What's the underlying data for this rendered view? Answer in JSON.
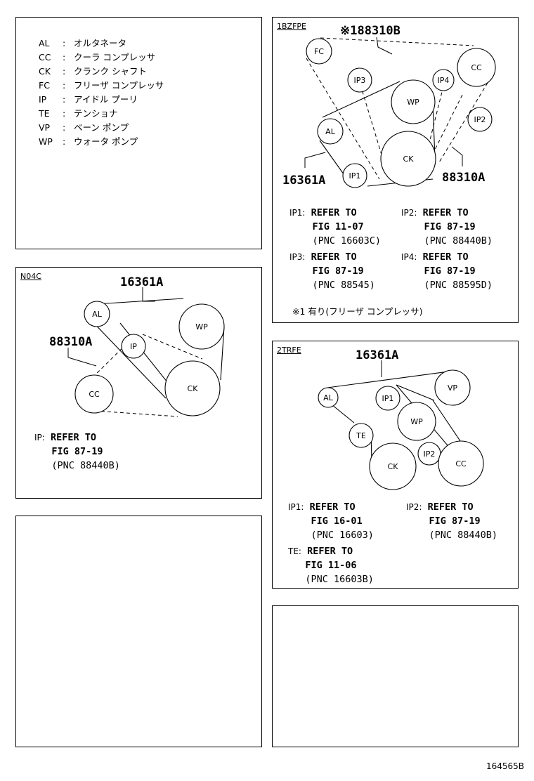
{
  "legend": [
    {
      "code": "AL",
      "desc": "オルタネータ"
    },
    {
      "code": "CC",
      "desc": "クーラ コンプレッサ"
    },
    {
      "code": "CK",
      "desc": "クランク シャフト"
    },
    {
      "code": "FC",
      "desc": "フリーザ コンプレッサ"
    },
    {
      "code": "IP",
      "desc": "アイドル プーリ"
    },
    {
      "code": "TE",
      "desc": "テンショナ"
    },
    {
      "code": "VP",
      "desc": "ベーン ポンプ"
    },
    {
      "code": "WP",
      "desc": "ウォータ ポンプ"
    }
  ],
  "panel_1bz": {
    "tag": "1BZFPE",
    "part_top": "※188310B",
    "part_left": "16361A",
    "part_right": "88310A",
    "pulleys": [
      "FC",
      "IP3",
      "IP4",
      "CC",
      "WP",
      "IP2",
      "AL",
      "CK",
      "IP1"
    ],
    "refs": [
      {
        "label": "IP1:",
        "l1": "REFER TO",
        "l2": "FIG 11-07",
        "l3": "(PNC 16603C)"
      },
      {
        "label": "IP2:",
        "l1": "REFER TO",
        "l2": "FIG 87-19",
        "l3": "(PNC 88440B)"
      },
      {
        "label": "IP3:",
        "l1": "REFER TO",
        "l2": "FIG 87-19",
        "l3": "(PNC 88545)"
      },
      {
        "label": "IP4:",
        "l1": "REFER TO",
        "l2": "FIG 87-19",
        "l3": "(PNC 88595D)"
      }
    ],
    "note": "※1 有り(フリーザ コンプレッサ)"
  },
  "panel_n04c": {
    "tag": "N04C",
    "part_top": "16361A",
    "part_left": "88310A",
    "pulleys": [
      "AL",
      "WP",
      "IP",
      "CC",
      "CK"
    ],
    "ref": {
      "label": "IP:",
      "l1": "REFER TO",
      "l2": "FIG 87-19",
      "l3": "(PNC 88440B)"
    }
  },
  "panel_2tr": {
    "tag": "2TRFE",
    "part_top": "16361A",
    "pulleys": [
      "VP",
      "AL",
      "IP1",
      "WP",
      "TE",
      "IP2",
      "CC",
      "CK"
    ],
    "refs": [
      {
        "label": "IP1:",
        "l1": "REFER TO",
        "l2": "FIG 16-01",
        "l3": "(PNC 16603)"
      },
      {
        "label": "IP2:",
        "l1": "REFER TO",
        "l2": "FIG 87-19",
        "l3": "(PNC 88440B)"
      },
      {
        "label": "TE:",
        "l1": "REFER TO",
        "l2": "FIG 11-06",
        "l3": "(PNC 16603B)"
      }
    ]
  },
  "figure_id": "164565B"
}
